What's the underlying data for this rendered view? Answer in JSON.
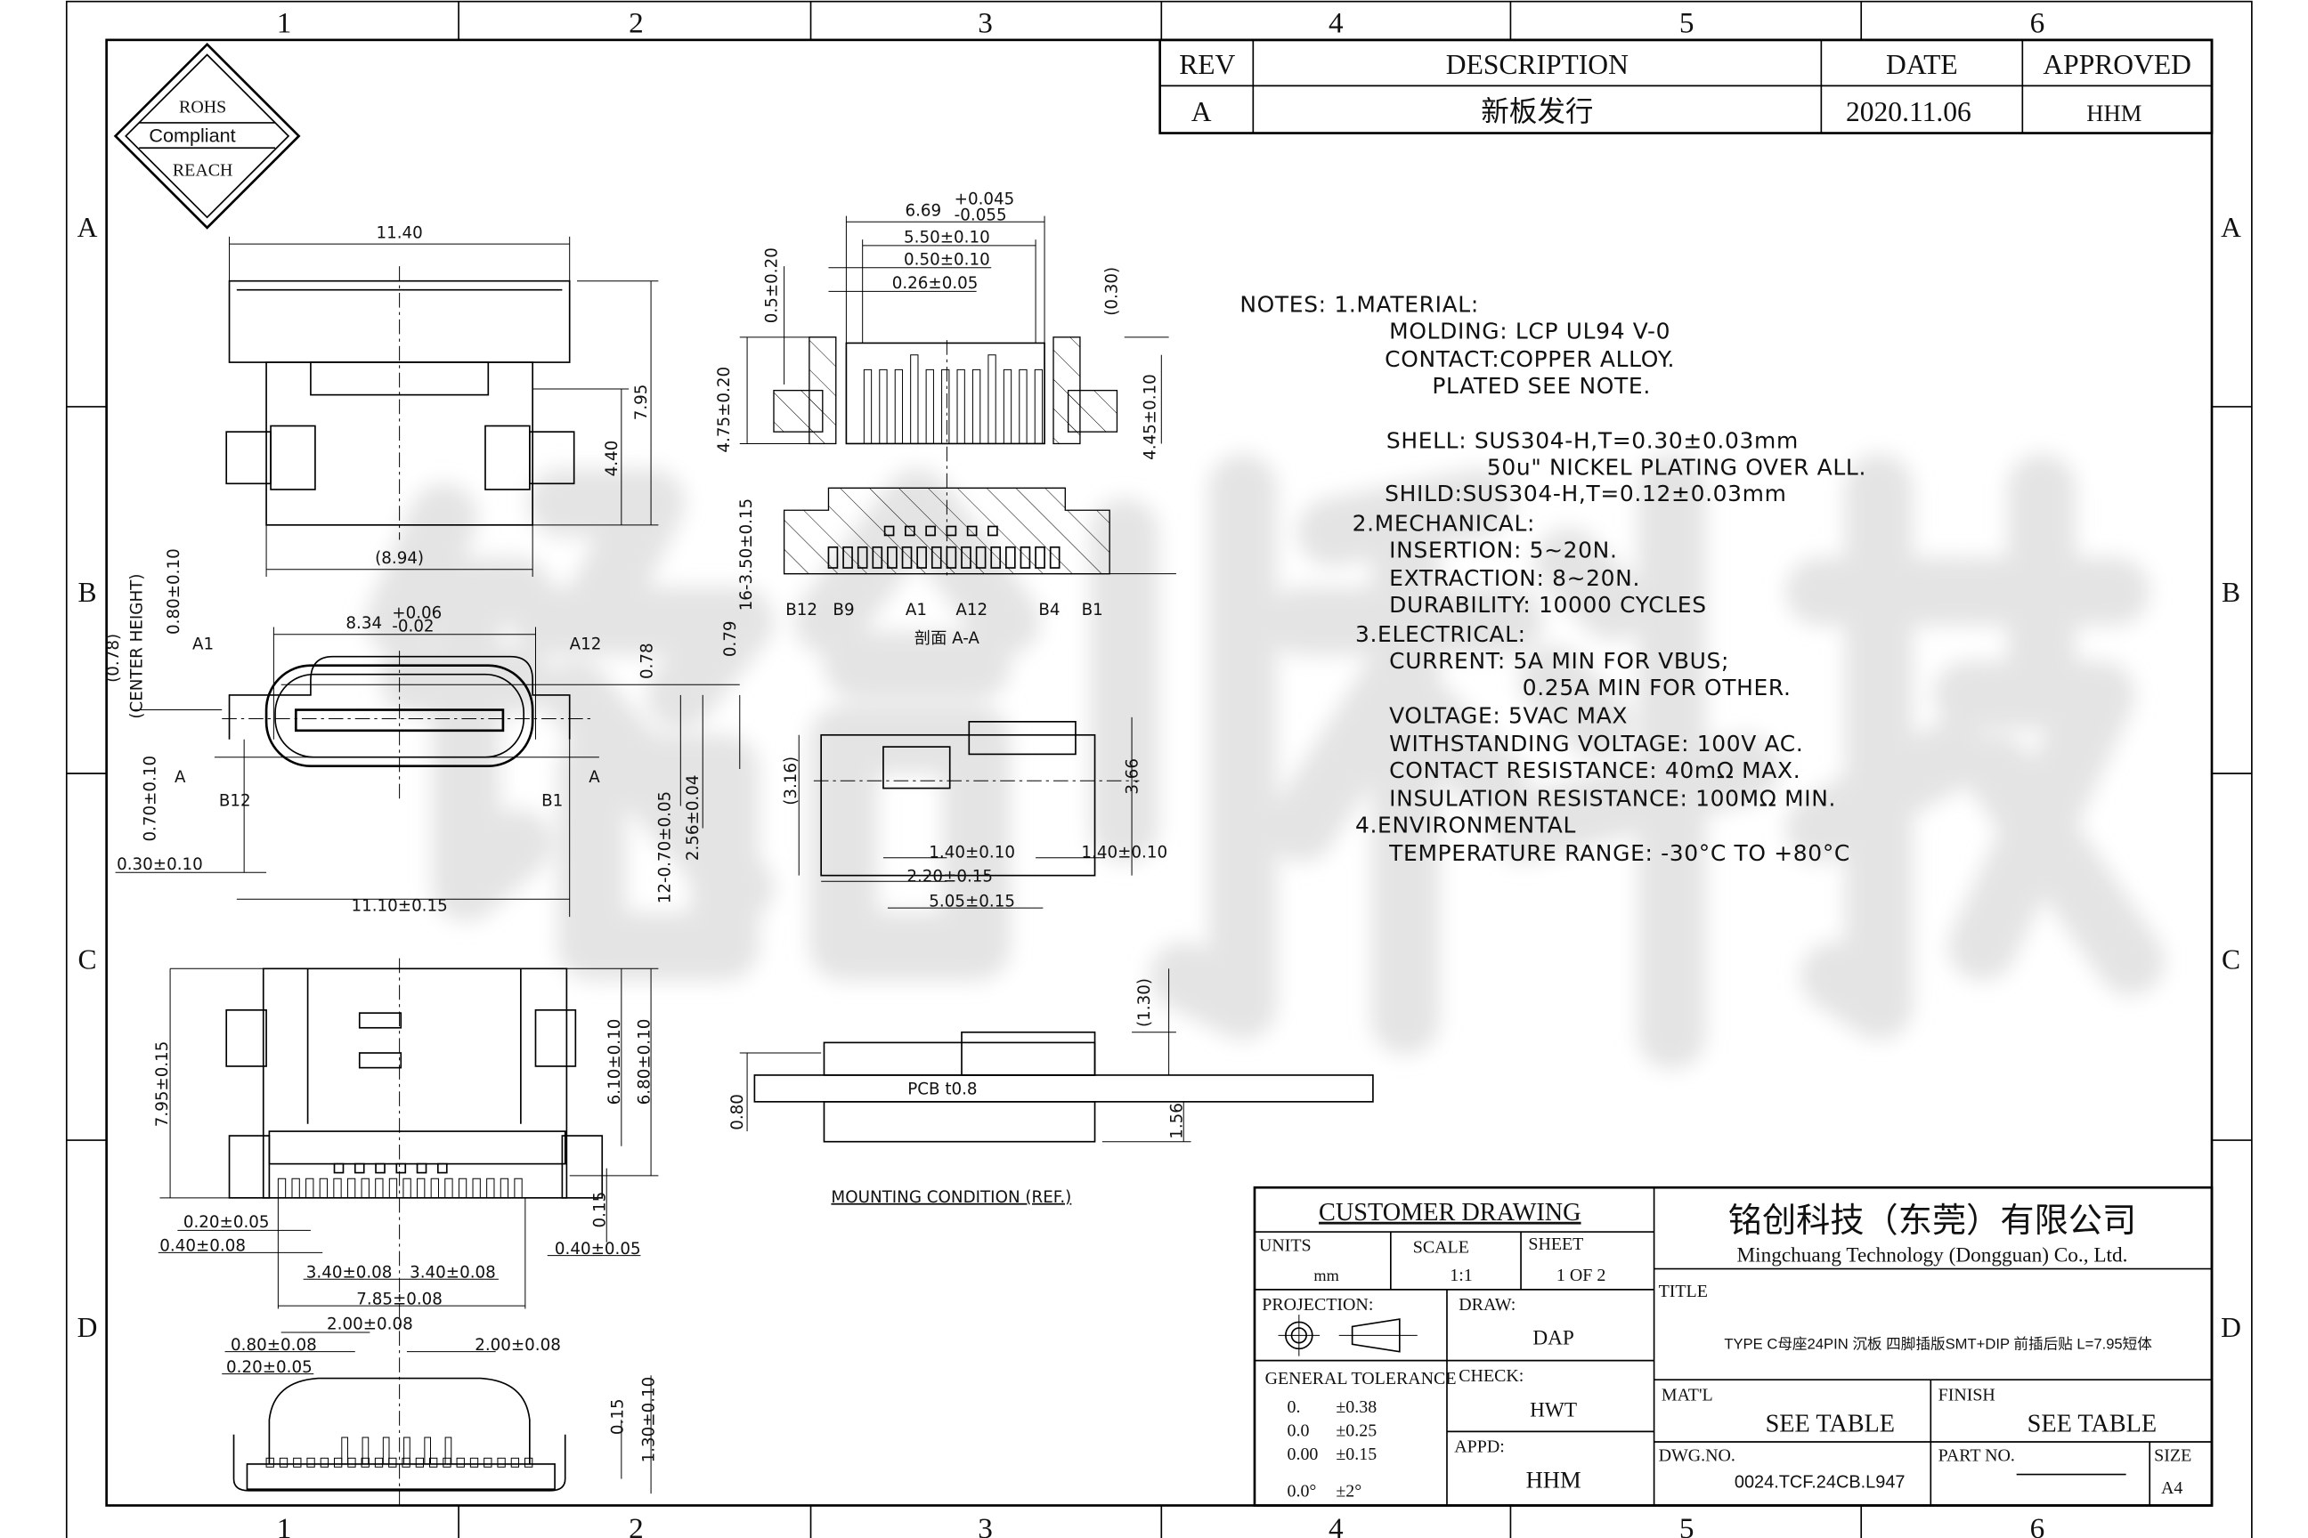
{
  "frame": {
    "columns": [
      "1",
      "2",
      "3",
      "4",
      "5",
      "6"
    ],
    "rows": [
      "A",
      "B",
      "C",
      "D"
    ]
  },
  "watermark": "铭创科技",
  "compliance": {
    "line1": "ROHS",
    "line2": "Compliant",
    "line3": "REACH"
  },
  "revision": {
    "headers": {
      "rev": "REV",
      "description": "DESCRIPTION",
      "date": "DATE",
      "approved": "APPROVED"
    },
    "row": {
      "rev": "A",
      "description": "新板发行",
      "date": "2020.11.06",
      "approved": "HHM"
    }
  },
  "notes": [
    "NOTES:  1.MATERIAL:",
    "MOLDING: LCP UL94 V-0",
    "CONTACT:COPPER ALLOY.",
    "PLATED SEE NOTE.",
    "SHELL: SUS304-H,T=0.30±0.03mm",
    "50u\" NICKEL PLATING OVER ALL.",
    "SHILD:SUS304-H,T=0.12±0.03mm",
    "2.MECHANICAL:",
    "INSERTION: 5~20N.",
    "EXTRACTION: 8~20N.",
    "DURABILITY: 10000 CYCLES",
    "3.ELECTRICAL:",
    "CURRENT: 5A MIN FOR VBUS;",
    "0.25A MIN FOR OTHER.",
    "VOLTAGE: 5VAC MAX",
    "WITHSTANDING VOLTAGE: 100V AC.",
    "CONTACT RESISTANCE: 40mΩ MAX.",
    "INSULATION RESISTANCE: 100MΩ MIN.",
    "4.ENVIRONMENTAL",
    "TEMPERATURE RANGE: -30°C TO +80°C"
  ],
  "dims": {
    "top": {
      "w": "11.40",
      "h1": "7.95",
      "h2": "4.40",
      "ref": "(8.94)"
    },
    "front": {
      "width": "8.34",
      "tol_plus": "+0.06",
      "tol_minus": "-0.02",
      "a1": "A1",
      "a12": "A12",
      "b12": "B12",
      "b1": "B1",
      "sec_l": "A",
      "sec_r": "A",
      "center_ref": "(0.78)",
      "center_label": "(CENTER HEIGHT)",
      "d080": "0.80±0.10",
      "d070": "0.70±0.10",
      "d030": "0.30±0.10",
      "d1110": "11.10±0.15",
      "d078": "0.78",
      "d079": "0.79",
      "d12": "12-0.70±0.05",
      "d256": "2.56±0.04",
      "d16": "16-3.50±0.15"
    },
    "section": {
      "w": "6.69",
      "tol_plus": "+0.045",
      "tol_minus": "-0.055",
      "d550": "5.50±0.10",
      "d050": "0.50±0.10",
      "d026": "0.26±0.05",
      "d05": "0.5±0.20",
      "d030": "(0.30)",
      "d475": "4.75±0.20",
      "d445": "4.45±0.10",
      "pins": [
        "B12",
        "B9",
        "A1",
        "A12",
        "B4",
        "B1"
      ],
      "caption": "剖面 A-A"
    },
    "side": {
      "d316": "(3.16)",
      "d366": "3.66",
      "d140a": "1.40±0.10",
      "d140b": "1.40±0.10",
      "d220": "2.20±0.15",
      "d505": "5.05±0.15"
    },
    "mounting": {
      "d130": "(1.30)",
      "d080": "0.80",
      "d156": "1.56",
      "pcb": "PCB t0.8",
      "caption": "MOUNTING CONDITION (REF.)"
    },
    "bottom": {
      "d795": "7.95±0.15",
      "d610": "6.10±0.10",
      "d680": "6.80±0.10",
      "d015": "0.15",
      "d020": "0.20±0.05",
      "d040": "0.40±0.08",
      "d040b": "0.40±0.05",
      "d340a": "3.40±0.08",
      "d340b": "3.40±0.08",
      "d785": "7.85±0.08"
    },
    "rear": {
      "d200a": "2.00±0.08",
      "d080": "0.80±0.08",
      "d200b": "2.00±0.08",
      "d020": "0.20±0.05",
      "d015": "0.15",
      "d130": "1.30±0.10"
    }
  },
  "titleblock": {
    "customer_drawing": "CUSTOMER DRAWING",
    "units_label": "UNITS",
    "units": "mm",
    "scale_label": "SCALE",
    "scale": "1:1",
    "sheet_label": "SHEET",
    "sheet": "1 OF 2",
    "projection_label": "PROJECTION:",
    "draw_label": "DRAW:",
    "draw": "DAP",
    "check_label": "CHECK:",
    "check": "HWT",
    "appd_label": "APPD:",
    "appd": "HHM",
    "tolerance_label": "GENERAL TOLERANCE",
    "tolerances": [
      {
        "fmt": "0.",
        "tol": "±0.38"
      },
      {
        "fmt": "0.0",
        "tol": "±0.25"
      },
      {
        "fmt": "0.00",
        "tol": "±0.15"
      },
      {
        "fmt": "0.0°",
        "tol": "±2°"
      }
    ],
    "company_cn": "铭创科技（东莞）有限公司",
    "company_en": "Mingchuang Technology (Dongguan) Co., Ltd.",
    "title_label": "TITLE",
    "title": "TYPE C母座24PIN 沉板 四脚插版SMT+DIP 前插后贴 L=7.95短体",
    "matl_label": "MAT'L",
    "matl": "SEE TABLE",
    "finish_label": "FINISH",
    "finish": "SEE TABLE",
    "dwg_label": "DWG.NO.",
    "dwg": "0024.TCF.24CB.L947",
    "part_label": "PART NO.",
    "size_label": "SIZE",
    "size": "A4"
  }
}
